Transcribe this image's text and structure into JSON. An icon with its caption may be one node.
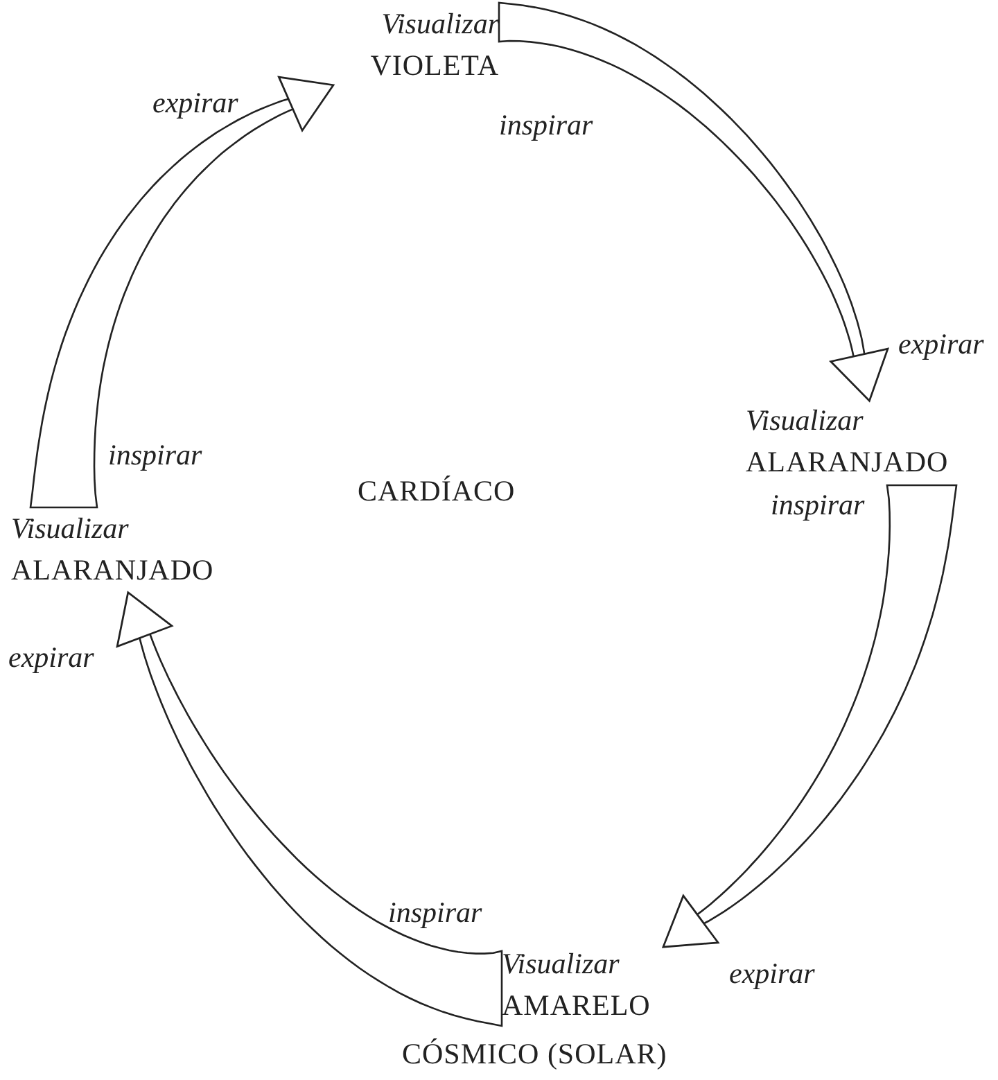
{
  "diagram": {
    "nodes": [
      {
        "text": [
          "Visualizar",
          "VIOLETA"
        ]
      },
      {
        "text": [
          "Visualizar",
          "ALARANJADO"
        ]
      },
      {
        "text": [
          "Visualizar",
          "AMARELO"
        ]
      },
      {
        "text": [
          "Visualizar",
          "ALARANJADO"
        ]
      }
    ],
    "edges": [
      {
        "from": 0,
        "to": 1,
        "arrow": "to"
      },
      {
        "from": 1,
        "to": 2,
        "arrow": "to"
      },
      {
        "from": 2,
        "to": 3,
        "arrow": "to"
      },
      {
        "from": 3,
        "to": 0,
        "arrow": "to"
      }
    ],
    "labels": [
      "expirar",
      "inspirar",
      "expirar",
      "inspirar",
      "CARDÍACO",
      "inspirar",
      "expirar",
      "inspirar",
      "expirar",
      "CÓSMICO (SOLAR)"
    ]
  }
}
